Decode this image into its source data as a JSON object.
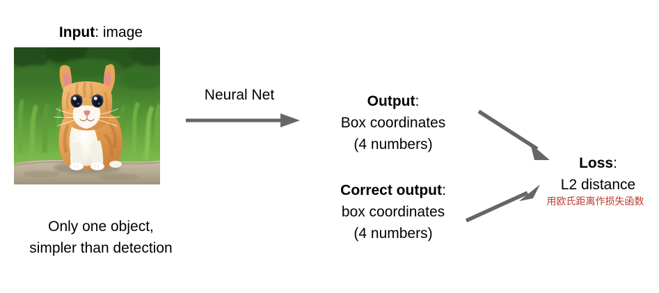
{
  "diagram": {
    "title_bold": "Input",
    "title_rest": ": image",
    "caption_line1": "Only one object,",
    "caption_line2": "simpler than detection",
    "arrow_label": "Neural Net",
    "output": {
      "heading_bold": "Output",
      "heading_rest": ":",
      "line2": "Box coordinates",
      "line3": "(4 numbers)"
    },
    "correct_output": {
      "heading_bold": "Correct output",
      "heading_rest": ":",
      "line2": "box coordinates",
      "line3": "(4 numbers)"
    },
    "loss": {
      "heading_bold": "Loss",
      "heading_rest": ":",
      "line2": "L2 distance",
      "annotation": "用欧氏距离作损失函数"
    },
    "image_alt": "orange tabby kitten sitting on stone in front of grass",
    "colors": {
      "arrow": "#666666",
      "text": "#000000",
      "annotation": "#c0392b",
      "background": "#ffffff"
    }
  }
}
